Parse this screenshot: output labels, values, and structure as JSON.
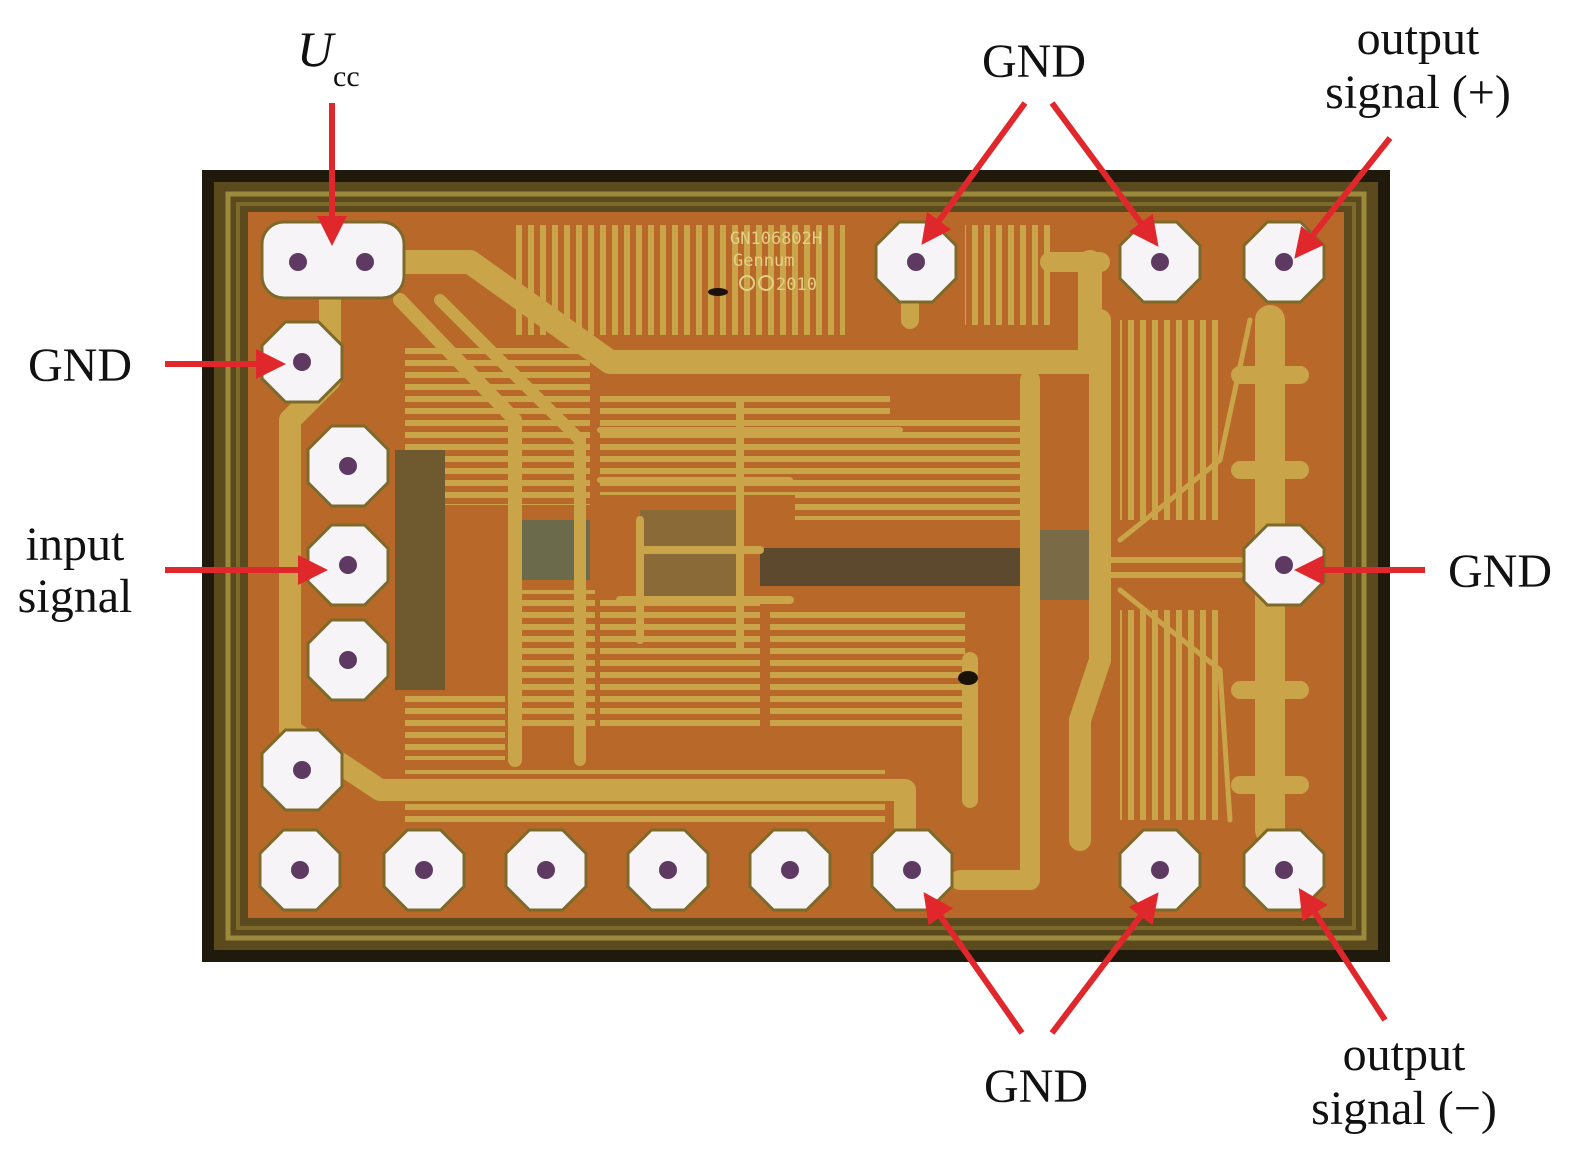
{
  "figure": {
    "chip_marking": {
      "line1": "GN106802H",
      "line2": "Gennum",
      "line3": "2010"
    },
    "labels": {
      "ucc_main": "U",
      "ucc_sub": "cc",
      "gnd_left": "GND",
      "input_line1": "input",
      "input_line2": "signal",
      "gnd_top": "GND",
      "out_plus_line1": "output",
      "out_plus_line2": "signal (+)",
      "gnd_right": "GND",
      "gnd_bottom": "GND",
      "out_minus_line1": "output",
      "out_minus_line2": "signal (−)"
    },
    "colors": {
      "arrow": "#e0282c",
      "pad": "#f6f4f7",
      "die_base": "#b8692a",
      "metal": "#c9a449",
      "frame": "#3a2c12"
    }
  }
}
